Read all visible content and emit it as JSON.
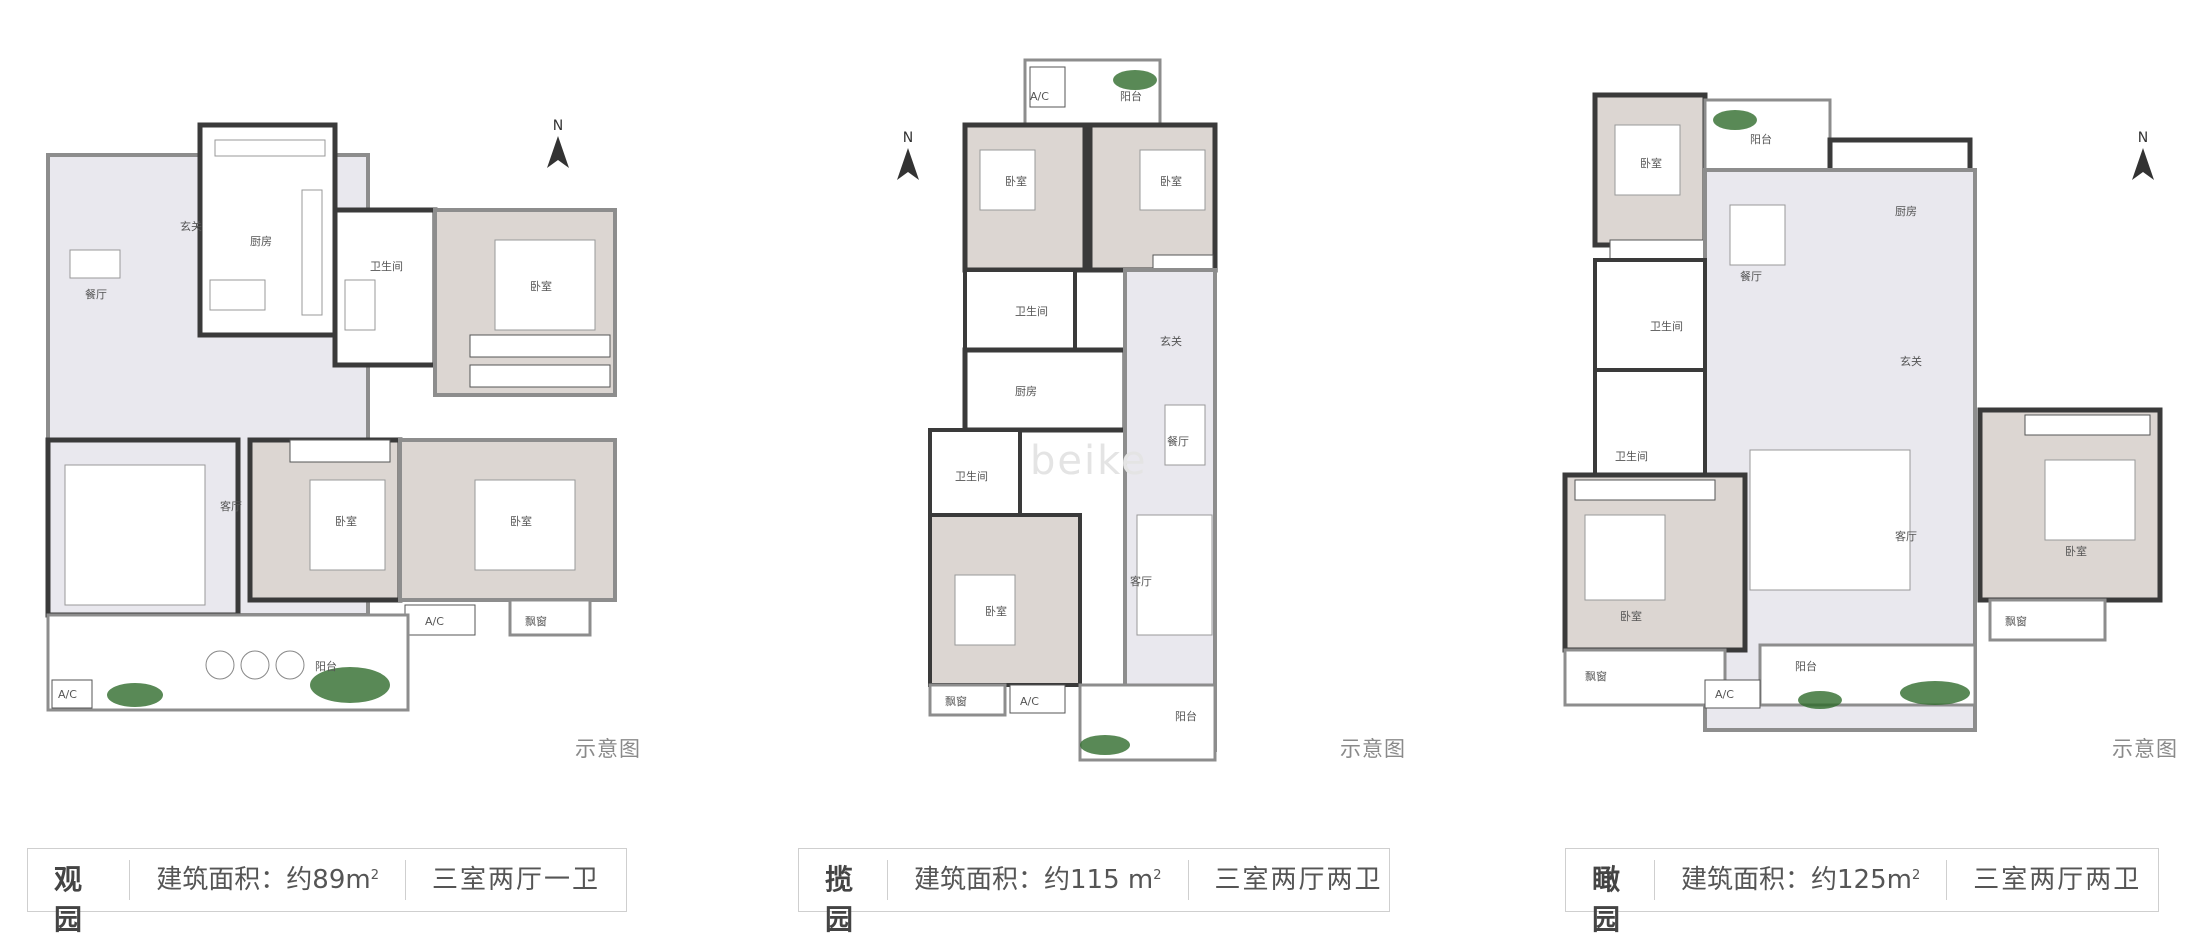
{
  "plans": [
    {
      "name": "观 园",
      "area_label": "建筑面积：约89m",
      "area_sup": "2",
      "layout": "三室两厅一卫",
      "note": "示意图",
      "north": "N",
      "rooms": {
        "entry": "玄关",
        "kitchen": "厨房",
        "bath": "卫生间",
        "dining": "餐厅",
        "living": "客厅",
        "bed1": "卧室",
        "bed2": "卧室",
        "bed3": "卧室",
        "balcony": "阳台",
        "bay": "飘窗",
        "ac1": "A/C",
        "ac2": "A/C"
      }
    },
    {
      "name": "揽 园",
      "area_label": "建筑面积：约115 m",
      "area_sup": "2",
      "layout": "三室两厅两卫",
      "note": "示意图",
      "north": "N",
      "rooms": {
        "ac_top": "A/C",
        "balcony_top": "阳台",
        "bed1": "卧室",
        "bed2": "卧室",
        "bath1": "卫生间",
        "kitchen": "厨房",
        "entry": "玄关",
        "dining": "餐厅",
        "bath2": "卫生间",
        "bed3": "卧室",
        "living": "客厅",
        "bay": "飘窗",
        "ac_bottom": "A/C",
        "balcony_bottom": "阳台"
      }
    },
    {
      "name": "瞰 园",
      "area_label": "建筑面积：约125m",
      "area_sup": "2",
      "layout": "三室两厅两卫",
      "note": "示意图",
      "north": "N",
      "rooms": {
        "bed1": "卧室",
        "balcony_top": "阳台",
        "dining": "餐厅",
        "kitchen": "厨房",
        "bath1": "卫生间",
        "entry": "玄关",
        "bath2": "卫生间",
        "living": "客厅",
        "bed2": "卧室",
        "bed3": "卧室",
        "bay1": "飘窗",
        "bay2": "飘窗",
        "balcony_bottom": "阳台",
        "ac": "A/C"
      }
    }
  ],
  "watermark": "beike",
  "colors": {
    "wall": "#3a3a3a",
    "floor": "#e9e8ee",
    "wood": "#ddd6d0",
    "outline": "#8d8d8d",
    "accent": "#2f6b2c"
  }
}
